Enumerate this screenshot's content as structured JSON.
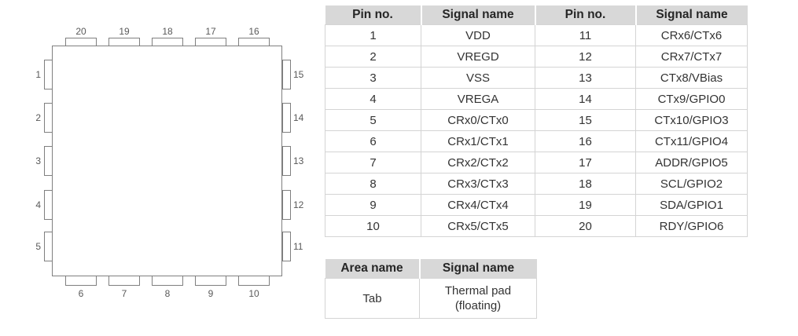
{
  "colors": {
    "background": "#ffffff",
    "table_header_bg": "#d8d8d8",
    "table_border": "#d4d4d4",
    "text": "#333333",
    "chip_outline": "#7f7f7f",
    "pin_label_text": "#595959"
  },
  "chip": {
    "pins_top": [
      "20",
      "19",
      "18",
      "17",
      "16"
    ],
    "pins_left": [
      "1",
      "2",
      "3",
      "4",
      "5"
    ],
    "pins_right": [
      "15",
      "14",
      "13",
      "12",
      "11"
    ],
    "pins_bottom": [
      "6",
      "7",
      "8",
      "9",
      "10"
    ]
  },
  "pin_table": {
    "headers": [
      "Pin no.",
      "Signal name",
      "Pin no.",
      "Signal name"
    ],
    "rows": [
      [
        "1",
        "VDD",
        "11",
        "CRx6/CTx6"
      ],
      [
        "2",
        "VREGD",
        "12",
        "CRx7/CTx7"
      ],
      [
        "3",
        "VSS",
        "13",
        "CTx8/VBias"
      ],
      [
        "4",
        "VREGA",
        "14",
        "CTx9/GPIO0"
      ],
      [
        "5",
        "CRx0/CTx0",
        "15",
        "CTx10/GPIO3"
      ],
      [
        "6",
        "CRx1/CTx1",
        "16",
        "CTx11/GPIO4"
      ],
      [
        "7",
        "CRx2/CTx2",
        "17",
        "ADDR/GPIO5"
      ],
      [
        "8",
        "CRx3/CTx3",
        "18",
        "SCL/GPIO2"
      ],
      [
        "9",
        "CRx4/CTx4",
        "19",
        "SDA/GPIO1"
      ],
      [
        "10",
        "CRx5/CTx5",
        "20",
        "RDY/GPIO6"
      ]
    ]
  },
  "area_table": {
    "headers": [
      "Area name",
      "Signal name"
    ],
    "rows": [
      [
        "Tab",
        "Thermal pad\n(floating)"
      ]
    ]
  }
}
